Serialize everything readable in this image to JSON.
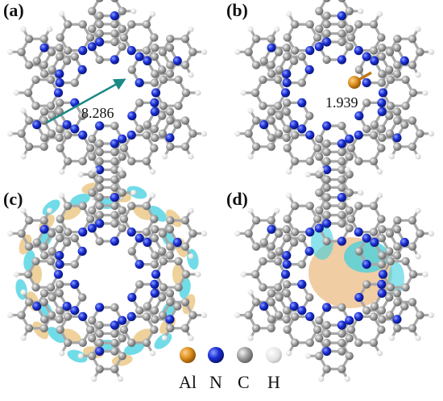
{
  "panels": [
    {
      "label": "(a)",
      "measurement": "8.286"
    },
    {
      "label": "(b)",
      "measurement": "1.939"
    },
    {
      "label": "(c)",
      "measurement": ""
    },
    {
      "label": "(d)",
      "measurement": ""
    }
  ],
  "legend": [
    {
      "symbol": "Al",
      "color": "#d98b1a"
    },
    {
      "symbol": "N",
      "color": "#1a2fd6"
    },
    {
      "symbol": "C",
      "color": "#8f8f8f"
    },
    {
      "symbol": "H",
      "color": "#e4e4e4"
    }
  ],
  "colors": {
    "bond": "#a8a8a8",
    "arrow": "#1b8a86",
    "isosurface_cyan": "#40d0e0",
    "isosurface_gold": "#e8c27a",
    "isosurface_orange": "#e6a45a"
  }
}
